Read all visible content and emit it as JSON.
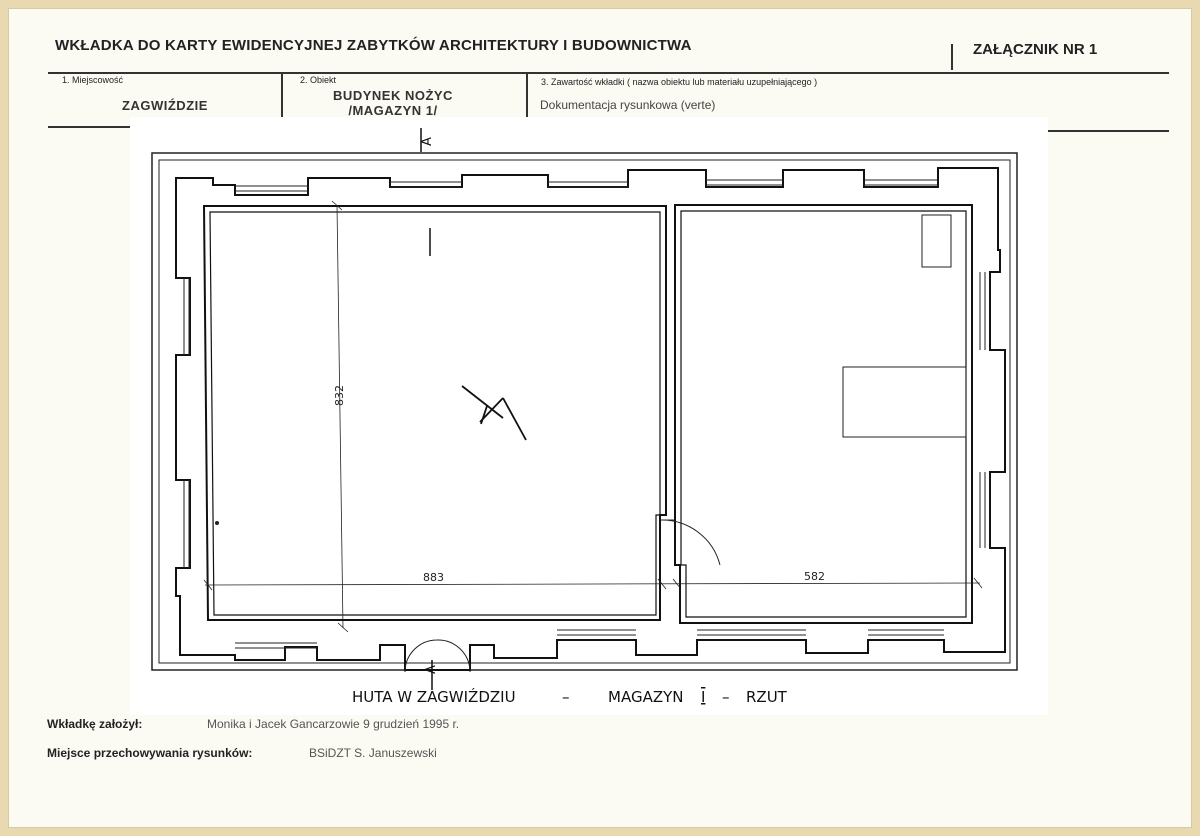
{
  "header": {
    "title": "WKŁADKA DO KARTY EWIDENCYJNEJ ZABYTKÓW ARCHITEKTURY I BUDOWNICTWA",
    "annex": "ZAŁĄCZNIK NR  1"
  },
  "fields": {
    "locality": {
      "label": "1. Miejscowość",
      "value": "ZAGWIŹDZIE"
    },
    "object": {
      "label": "2. Obiekt",
      "value_line1": "BUDYNEK NOŻYC",
      "value_line2": "/MAGAZYN 1/"
    },
    "contents": {
      "label": "3. Zawartość wkładki ( nazwa obiektu lub materiału uzupełniającego )",
      "value": "Dokumentacja rysunkowa (verte)"
    }
  },
  "drawing": {
    "section_mark_top": "A",
    "section_mark_bottom": "A",
    "dim_height": "832",
    "dim_left_width": "883",
    "dim_right_width": "582",
    "caption_part1": "HUTA W  ZAGWIŹDZIU",
    "caption_dash1": "–",
    "caption_part2": "MAGAZYN",
    "caption_numeral": "I",
    "caption_dash2": "–",
    "caption_part3": "RZUT"
  },
  "footer": {
    "founded_label": "Wkładkę założył:",
    "founded_value": "Monika i Jacek Gancarzowie  9 grudzień 1995 r.",
    "storage_label": "Miejsce przechowywania rysunków:",
    "storage_value": "BSiDZT S. Januszewski"
  }
}
